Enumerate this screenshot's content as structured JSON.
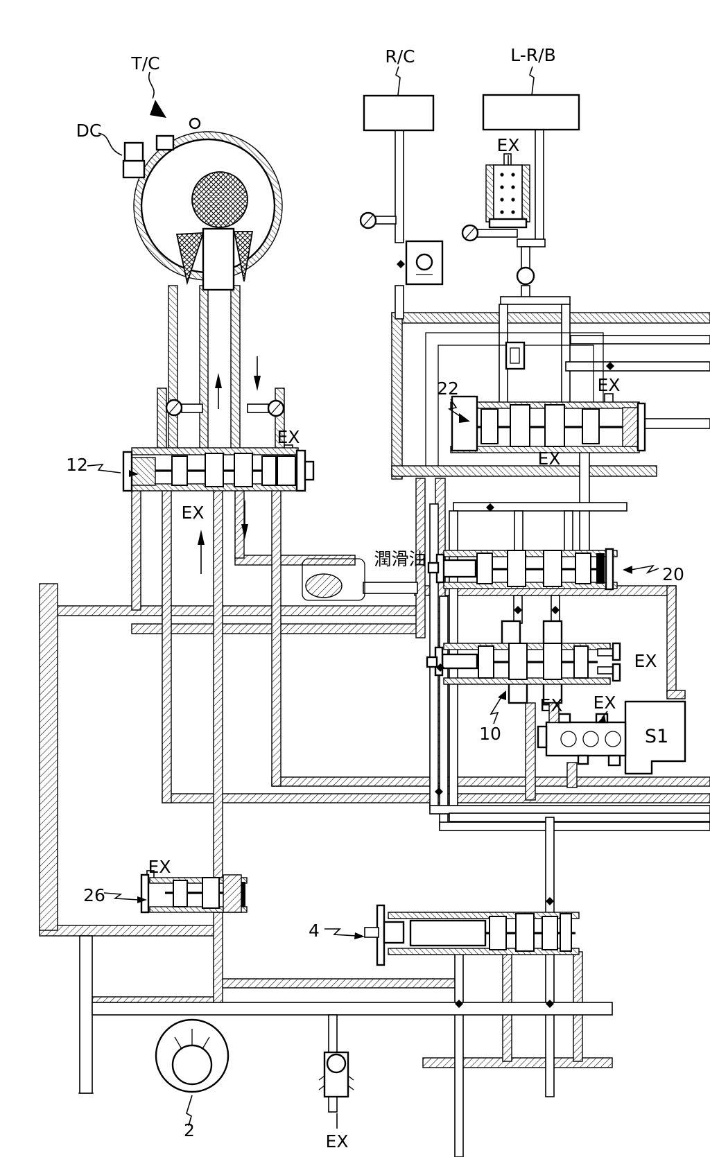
{
  "figure_type": "hydraulic-control-circuit-patent-diagram",
  "colors": {
    "ink": "#000000",
    "paper": "#ffffff"
  },
  "labels": {
    "tc": "T/C",
    "dc": "DC",
    "rc": "R/C",
    "lrb": "L-R/B",
    "ex": "EX",
    "lube": "潤滑油",
    "n12": "12",
    "n22": "22",
    "n20": "20",
    "n10": "10",
    "n26": "26",
    "n4": "4",
    "n2": "2",
    "s1": "S1"
  }
}
